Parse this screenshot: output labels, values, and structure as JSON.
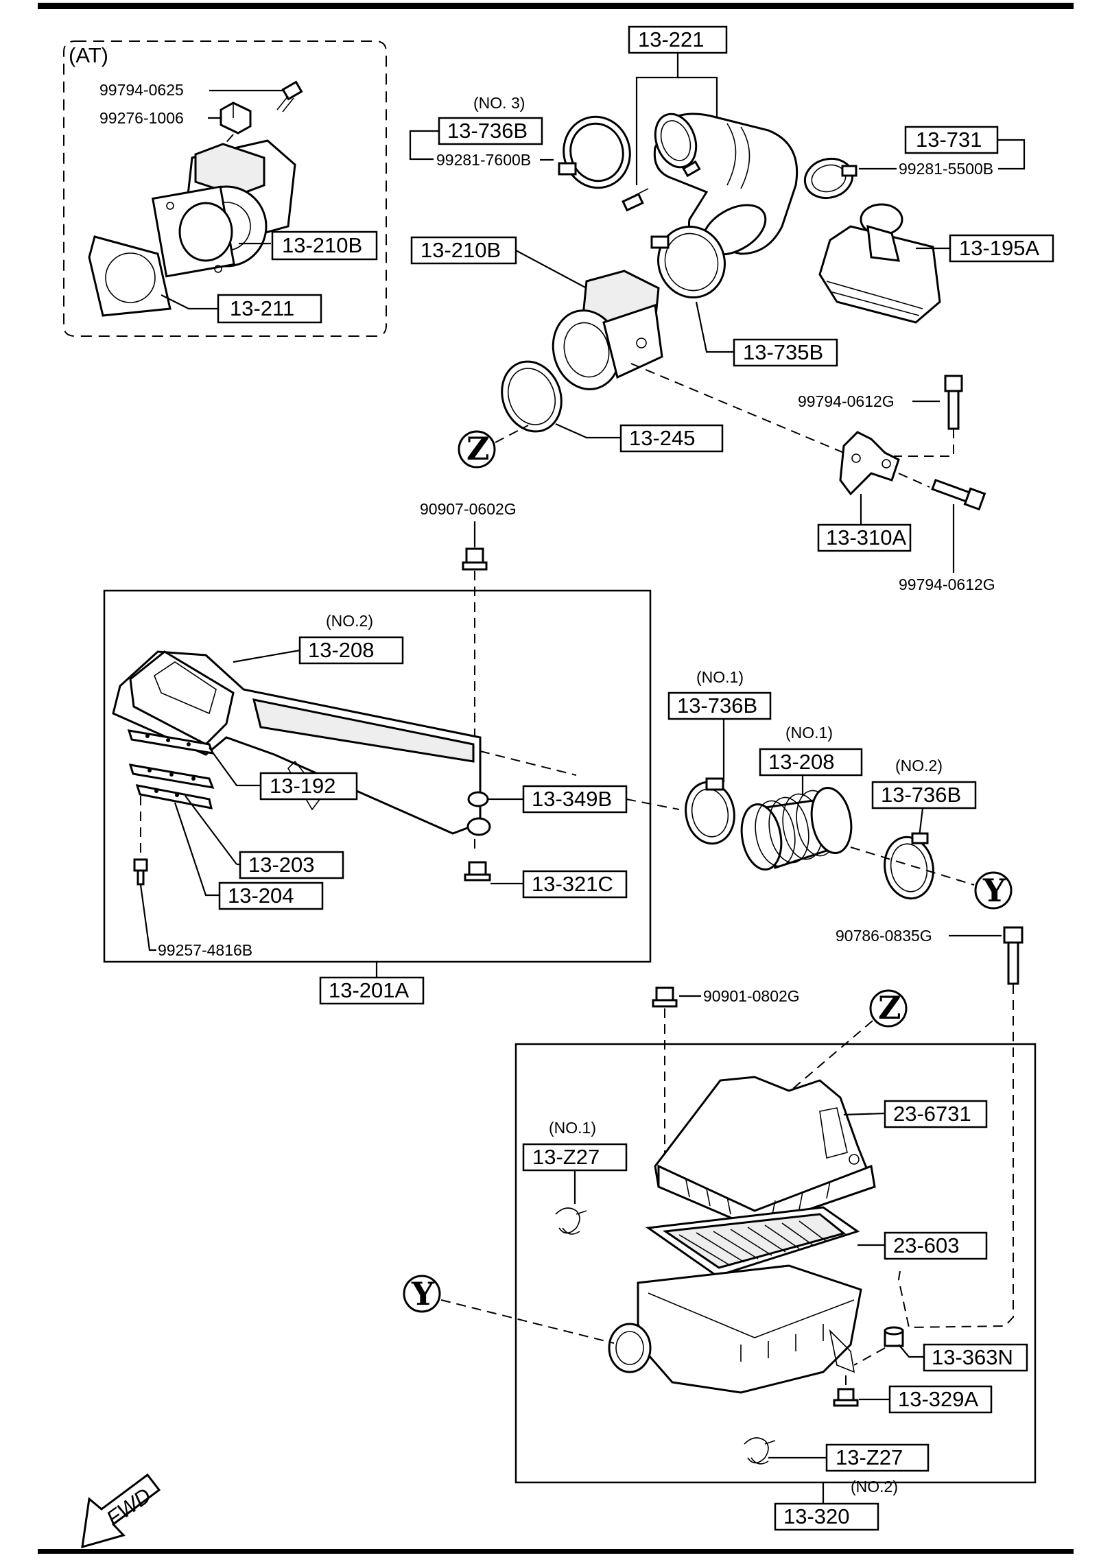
{
  "at_group": {
    "title": "(AT)",
    "parts": [
      "99794-0625",
      "99276-1006",
      "13-210B",
      "13-211"
    ]
  },
  "intake_upper": {
    "part_13_221": "13-221",
    "no3": "(NO. 3)",
    "part_13_736B": "13-736B",
    "bolt_99281_7600B": "99281-7600B",
    "part_13_731": "13-731",
    "clamp_99281_5500B": "99281-5500B",
    "part_13_195A": "13-195A",
    "part_13_210B": "13-210B",
    "part_13_735B": "13-735B",
    "part_13_245": "13-245",
    "marker_z": "Z",
    "bolt_99794_0612G_top": "99794-0612G",
    "bracket_13_310A": "13-310A",
    "bolt_99794_0612G_bottom": "99794-0612G"
  },
  "duct_group": {
    "nut_90907_0602G": "90907-0602G",
    "no2": "(NO.2)",
    "part_13_208": "13-208",
    "part_13_192": "13-192",
    "part_13_349B": "13-349B",
    "part_13_203": "13-203",
    "part_13_204": "13-204",
    "part_13_321C": "13-321C",
    "screw_99257_4816B": "99257-4816B",
    "group_13_201A": "13-201A"
  },
  "hose_group": {
    "no1_a": "(NO.1)",
    "clamp_13_736B_a": "13-736B",
    "no1_b": "(NO.1)",
    "hose_13_208": "13-208",
    "no2": "(NO.2)",
    "clamp_13_736B_b": "13-736B",
    "marker_y": "Y",
    "bolt_90786_0835G": "90786-0835G"
  },
  "cleaner_group": {
    "nut_90901_0802G": "90901-0802G",
    "marker_z": "Z",
    "cover_23_6731": "23-6731",
    "no1": "(NO.1)",
    "clip_13_Z27_a": "13-Z27",
    "element_23_603": "23-603",
    "marker_y": "Y",
    "mount_13_363N": "13-363N",
    "nut_13_329A": "13-329A",
    "clip_13_Z27_b": "13-Z27",
    "no2": "(NO.2)",
    "group_13_320": "13-320"
  },
  "fwd_label": "FWD"
}
